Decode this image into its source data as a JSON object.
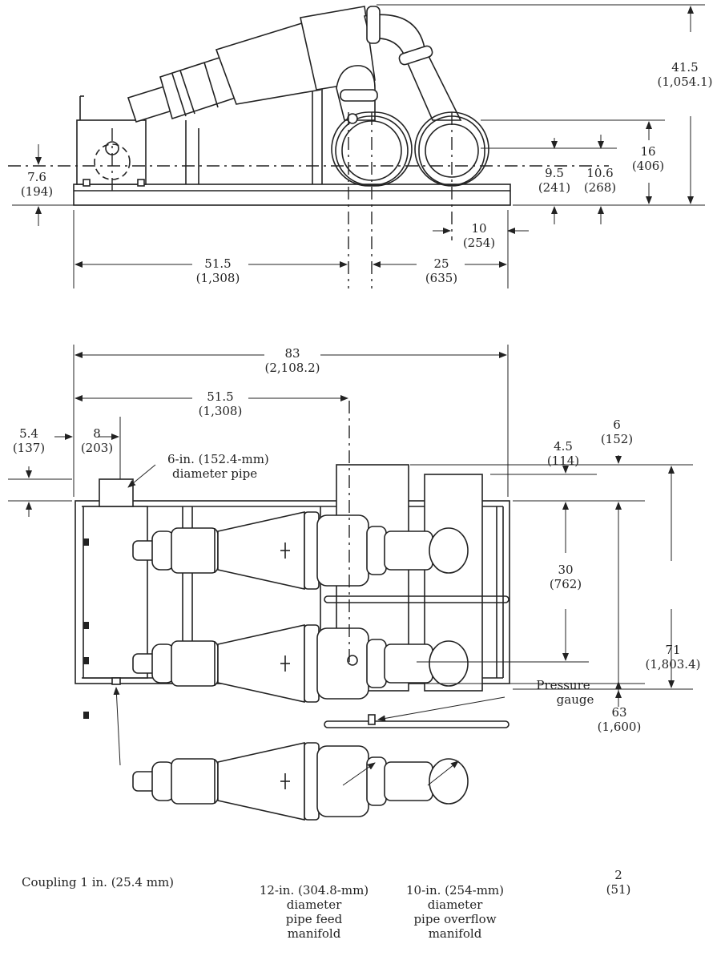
{
  "side_view": {
    "height_total": {
      "in": "41.5",
      "mm": "(1,054.1)"
    },
    "height_16": {
      "in": "16",
      "mm": "(406)"
    },
    "height_10_6": {
      "in": "10.6",
      "mm": "(268)"
    },
    "height_9_5": {
      "in": "9.5",
      "mm": "(241)"
    },
    "height_7_6": {
      "in": "7.6",
      "mm": "(194)"
    },
    "spacing_10": {
      "in": "10",
      "mm": "(254)"
    },
    "length_51_5": {
      "in": "51.5",
      "mm": "(1,308)"
    },
    "length_25": {
      "in": "25",
      "mm": "(635)"
    }
  },
  "plan_view": {
    "width_83": {
      "in": "83",
      "mm": "(2,108.2)"
    },
    "width_51_5": {
      "in": "51.5",
      "mm": "(1,308)"
    },
    "offset_5_4": {
      "in": "5.4",
      "mm": "(137)"
    },
    "offset_8": {
      "in": "8",
      "mm": "(203)"
    },
    "offset_4_5": {
      "in": "4.5",
      "mm": "(114)"
    },
    "offset_6": {
      "in": "6",
      "mm": "(152)"
    },
    "spacing_30": {
      "in": "30",
      "mm": "(762)"
    },
    "depth_71": {
      "in": "71",
      "mm": "(1,803.4)"
    },
    "depth_63": {
      "in": "63",
      "mm": "(1,600)"
    },
    "offset_2": {
      "in": "2",
      "mm": "(51)"
    },
    "pipe_label": [
      "6-in. (152.4-mm)",
      "diameter pipe"
    ],
    "pressure_gauge": [
      "Pressure",
      "gauge"
    ],
    "coupling": "Coupling 1 in. (25.4 mm)",
    "feed_manifold": [
      "12-in. (304.8-mm)",
      "diameter",
      "pipe feed",
      "manifold"
    ],
    "overflow_manifold": [
      "10-in. (254-mm)",
      "diameter",
      "pipe overflow",
      "manifold"
    ]
  }
}
